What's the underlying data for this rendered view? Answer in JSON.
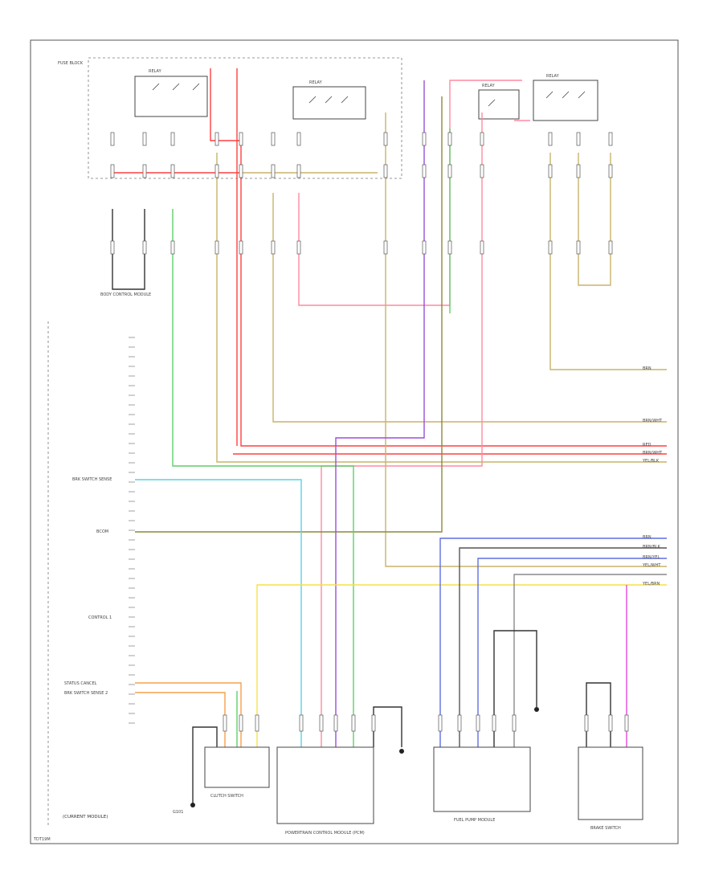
{
  "diagram": {
    "code": "TDT19M",
    "side_labels": {
      "left_top": "(CURRENT MODULE)",
      "inputs": [
        "BRK SWITCH SENSE",
        "BCOM",
        "CONTROL 1",
        "STATUS CANCEL",
        "BRK SWITCH SENSE 2"
      ],
      "right_outputs": [
        "BRN",
        "BRN/WHT",
        "RED",
        "BRN/WHT",
        "YEL/BLK",
        "BRN",
        "BRN/BLK",
        "BRN/YEL",
        "YEL/WHT",
        "YEL/BRN"
      ]
    },
    "modules": {
      "top_fuse_block": "FUSE BLOCK",
      "relay_1": "RELAY",
      "relay_2": "RELAY",
      "relay_3": "RELAY",
      "relay_4": "RELAY",
      "powertrain_module": "POWERTRAIN CONTROL MODULE (PCM)",
      "clutch_switch": "CLUTCH SWITCH",
      "fuel_pump_module": "FUEL PUMP MODULE",
      "brake_switch": "BRAKE SWITCH",
      "body_module": "BODY CONTROL MODULE",
      "ground": "G101"
    },
    "colors": {
      "red": "#ff4040",
      "pink": "#ff8aa0",
      "tan": "#c8b46a",
      "yellow": "#f5e04a",
      "green": "#5fcf6a",
      "cyan": "#5ad2e6",
      "blue": "#5d6fe0",
      "purple": "#9b4fd8",
      "orange": "#f6a04a",
      "magenta": "#e44bd8",
      "olive": "#8c8a3a",
      "gray": "#8a8a8a"
    }
  }
}
